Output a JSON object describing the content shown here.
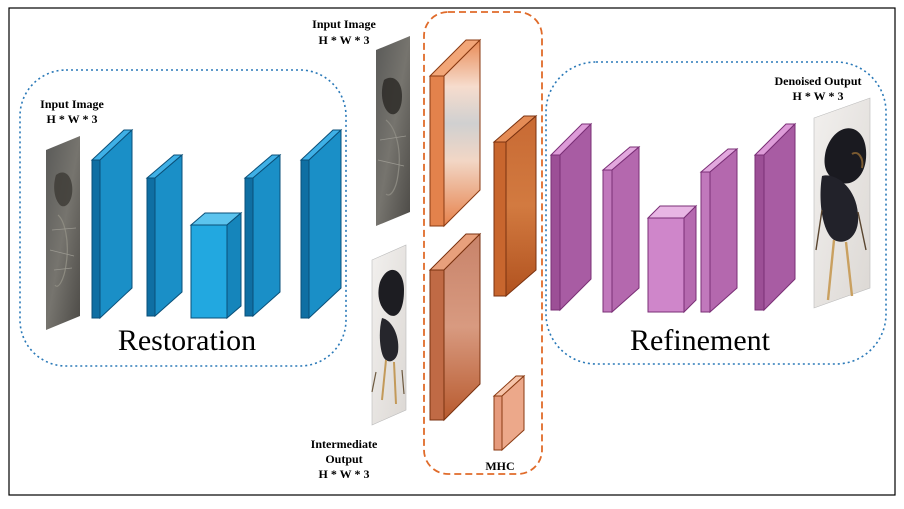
{
  "restoration": {
    "title": "Restoration",
    "input_label_line1": "Input Image",
    "input_label_line2": "H * W * 3"
  },
  "mhc": {
    "title": "MHC",
    "input_label_line1": "Input Image",
    "input_label_line2": "H * W * 3",
    "intermediate_line1": "Intermediate",
    "intermediate_line2": "Output",
    "intermediate_line3": "H * W * 3"
  },
  "refinement": {
    "title": "Refinement",
    "output_label_line1": "Denoised Output",
    "output_label_line2": "H * W * 3"
  },
  "colors": {
    "restoration_block": "#1a8fc7",
    "restoration_bottleneck": "#22a8e0",
    "mhc_orange": "#d9703c",
    "refinement_block": "#c979c4",
    "restoration_border": "#2a79b8",
    "mhc_border": "#e06b2a",
    "refinement_border": "#2a79b8"
  }
}
